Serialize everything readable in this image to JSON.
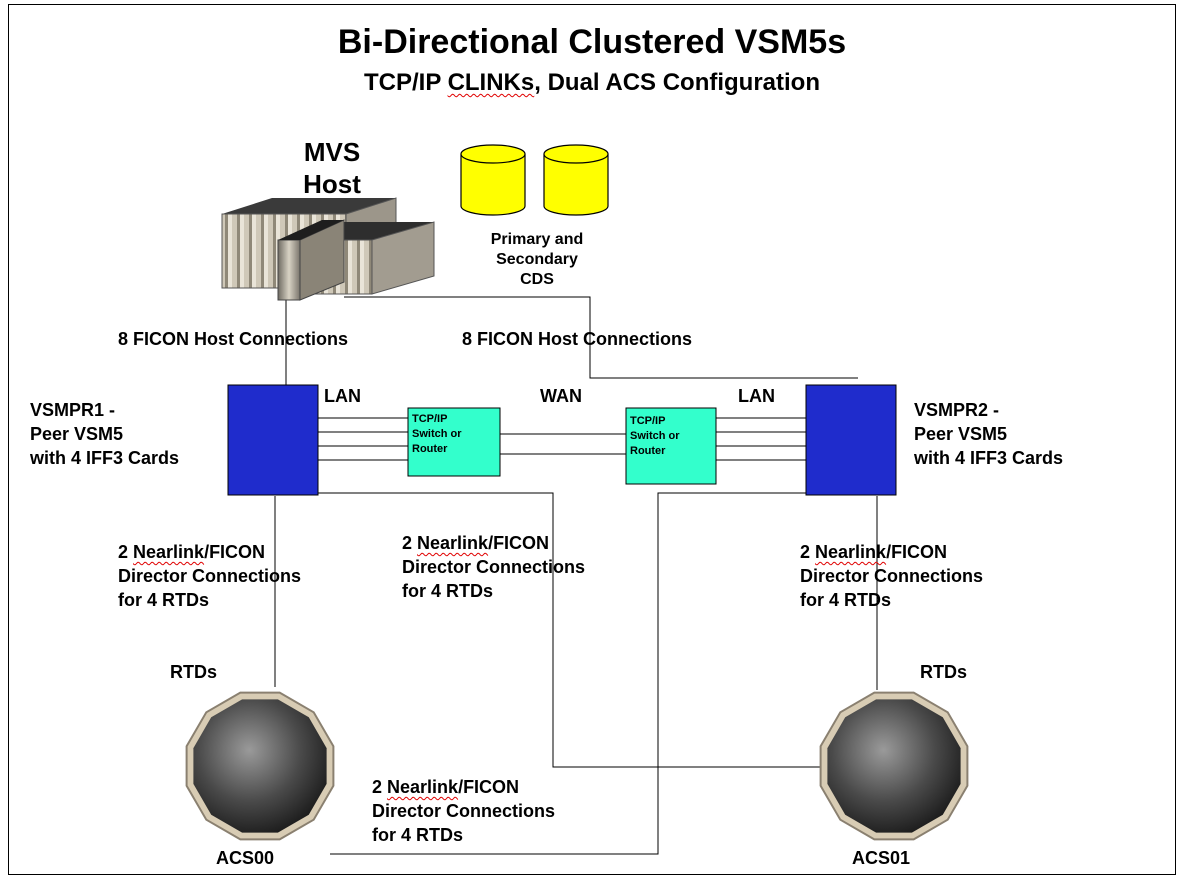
{
  "title": "Bi-Directional Clustered VSM5s",
  "subtitle_pre": "TCP/IP ",
  "subtitle_sq": "CLINKs",
  "subtitle_post": ", Dual ACS Configuration",
  "host": {
    "line1": "MVS",
    "line2": "Host"
  },
  "cds": {
    "line1": "Primary and",
    "line2": "Secondary",
    "line3": "CDS"
  },
  "ficon_left": "8 FICON Host Connections",
  "ficon_right": "8 FICON Host Connections",
  "net": {
    "lan_left": "LAN",
    "wan": "WAN",
    "lan_right": "LAN"
  },
  "vsm_left": {
    "line1": "VSMPR1 -",
    "line2": "Peer VSM5",
    "line3": "with 4 IFF3 Cards"
  },
  "vsm_right": {
    "line1": "VSMPR2 -",
    "line2": "Peer VSM5",
    "line3": "with 4 IFF3 Cards"
  },
  "switch_left": {
    "line1": "TCP/IP",
    "line2": "Switch or",
    "line3": "Router"
  },
  "switch_right": {
    "line1": "TCP/IP",
    "line2": "Switch or",
    "line3": "Router"
  },
  "nearlink": {
    "prefix": "2 ",
    "word": "Nearlink",
    "suffix": "/FICON",
    "line2": "Director Connections",
    "line3": "for 4 RTDs"
  },
  "rtds_left": "RTDs",
  "rtds_right": "RTDs",
  "acs_left": "ACS00",
  "acs_right": "ACS01",
  "colors": {
    "vsm_blue": "#1f2ccc",
    "switch_teal": "#33ffcc",
    "cds_yellow": "#ffff00",
    "squiggle_red": "#e00000"
  }
}
